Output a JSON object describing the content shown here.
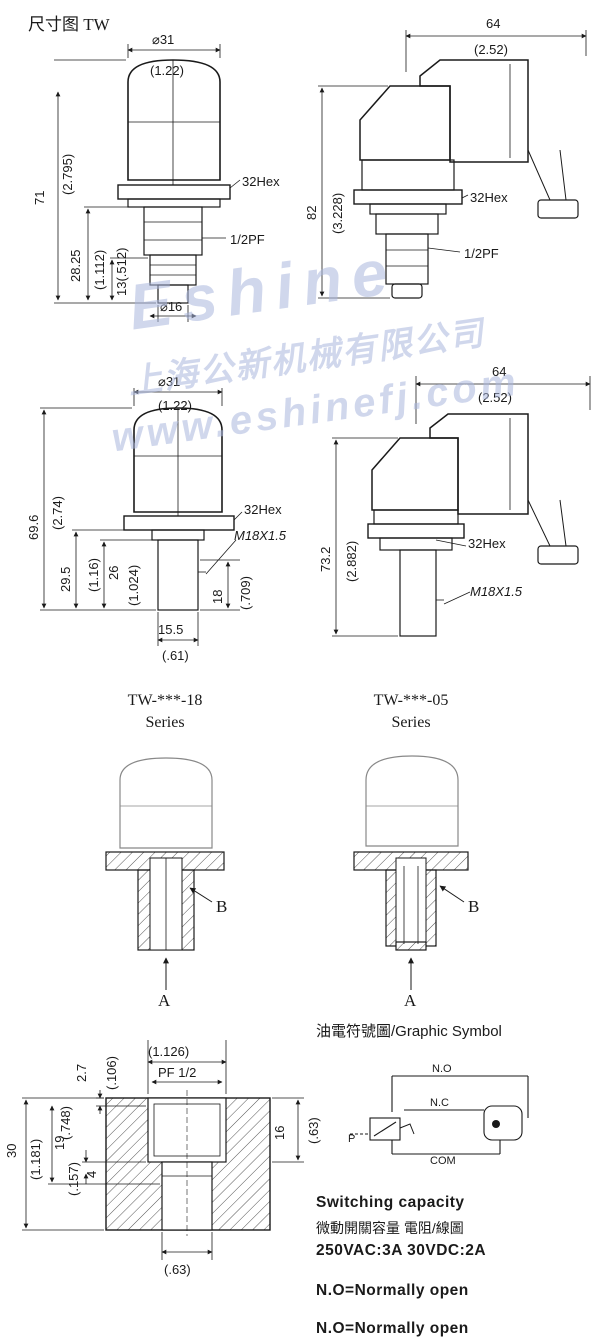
{
  "header": {
    "title": "尺寸图 TW"
  },
  "watermark": {
    "brand": "Eshine",
    "company": "上海公新机械有限公司",
    "site": "www.eshinefj.com"
  },
  "top_left": {
    "dia_top": "⌀31",
    "dia_top_in": "(1.22)",
    "height": "71",
    "height_in": "(2.795)",
    "h2": "28.25",
    "h2_in": "(1.112)",
    "h3": "13(.512)",
    "hex": "32Hex",
    "thread": "1/2PF",
    "dia_bottom": "⌀16"
  },
  "top_right": {
    "width": "64",
    "width_in": "(2.52)",
    "height": "82",
    "height_in": "(3.228)",
    "hex": "32Hex",
    "thread": "1/2PF"
  },
  "mid_left": {
    "dia_top": "⌀31",
    "dia_top_in": "(1.22)",
    "height": "69.6",
    "height_in": "(2.74)",
    "h2": "29.5",
    "h2_in": "(1.16)",
    "h3": "26",
    "h3_in": "(1.024)",
    "hex": "32Hex",
    "thread": "M18X1.5",
    "h4": "18",
    "h4_in": "(.709)",
    "width": "15.5",
    "width_in": "(.61)"
  },
  "mid_right": {
    "width": "64",
    "width_in": "(2.52)",
    "height": "73.2",
    "height_in": "(2.882)",
    "hex": "32Hex",
    "thread": "M18X1.5"
  },
  "series": [
    {
      "name": "TW-***-18",
      "suffix": "Series"
    },
    {
      "name": "TW-***-05",
      "suffix": "Series"
    }
  ],
  "section_labels": {
    "port": "B",
    "inlet": "A"
  },
  "block": {
    "d1": "2.7",
    "d1_in": "(.106)",
    "w1_in": "(1.126)",
    "thread": "PF 1/2",
    "h_total": "30",
    "h_total_in": "(1.181)",
    "h_mid": "19",
    "h_mid_in": "(.748)",
    "h_small": "4",
    "h_small_in": "(.157)",
    "h_depth": "16",
    "h_depth_in": "(.63)",
    "w_bottom_in": "(.63)"
  },
  "symbol": {
    "title": "油電符號圖/Graphic Symbol",
    "no": "N.O",
    "nc": "N.C",
    "com": "COM",
    "p": "P"
  },
  "specs": {
    "heading": "Switching   capacity",
    "cn": "微動開關容量  電阻/線圖",
    "rating": "250VAC:3A  30VDC:2A",
    "note1": "N.O=Normally open",
    "note2": "N.O=Normally open"
  },
  "colors": {
    "ink": "#1a1a1a",
    "watermark": "#aab7de"
  }
}
